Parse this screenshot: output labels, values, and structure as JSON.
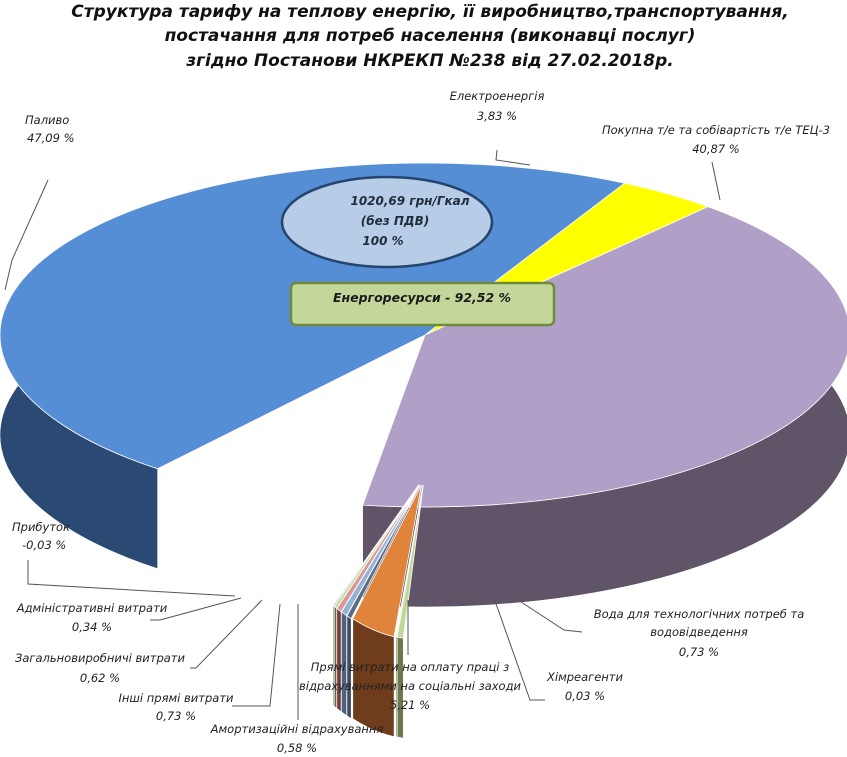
{
  "chart_data": {
    "type": "pie",
    "title_lines": [
      "Структура тарифу на теплову енергію, її виробництво,транспортування,",
      "постачання для потреб  населення (виконавці послуг)",
      "згідно Постанови НКРЕКП №238 від 27.02.2018р."
    ],
    "center_label": {
      "line1": "1020,69  грн/Гкал",
      "line2": "(без ПДВ)",
      "line3": "100 %"
    },
    "group_label": "Енергоресурси - 92,52 %",
    "slices": [
      {
        "name": "Електроенергія",
        "value_label": "3,83 %",
        "value": 3.83,
        "color": "#ffff00",
        "side": "#c8c800"
      },
      {
        "name": "Покупна т/е та собівартість т/е ТЕЦ-3",
        "value_label": "40,87 %",
        "value": 40.87,
        "color": "#b09fc7",
        "side": "#5f5468"
      },
      {
        "name": "Вода для технологічних потреб  та водовідведення",
        "value_label": "0,73 %",
        "value": 0.73,
        "color": "#c4d79b",
        "side": "#6b7a4c"
      },
      {
        "name": "Хімреагенти",
        "value_label": "0,03 %",
        "value": 0.03,
        "color": "#d6e7b5",
        "side": "#7f8d61"
      },
      {
        "name": "Прямі витрати на оплату праці з відрахуваннями на соціальні заходи",
        "value_label": "5,21 %",
        "value": 5.21,
        "color": "#e0843c",
        "side": "#6f3d1b"
      },
      {
        "name": "Амортизаційні відрахування",
        "value_label": "0,58 %",
        "value": 0.58,
        "color": "#596b86",
        "side": "#3d4b60"
      },
      {
        "name": "Інші прямі витрати",
        "value_label": "0,73 %",
        "value": 0.73,
        "color": "#95b3d7",
        "side": "#4e6380"
      },
      {
        "name": "Загальновиробничі витрати",
        "value_label": "0,62 %",
        "value": 0.62,
        "color": "#d99795",
        "side": "#7a3c3a"
      },
      {
        "name": "Адміністративні витрати",
        "value_label": "0,34 %",
        "value": 0.34,
        "color": "#c4d79b",
        "side": "#5d6a45"
      },
      {
        "name": "Прибуток",
        "value_label": "-0,03 %",
        "value": -0.03,
        "color": "#b3a2c7",
        "side": "#4f4560"
      },
      {
        "name": "Паливо",
        "value_label": "47,09 %",
        "value": 47.09,
        "color": "#558ed5",
        "side": "#2b4a73"
      }
    ]
  }
}
